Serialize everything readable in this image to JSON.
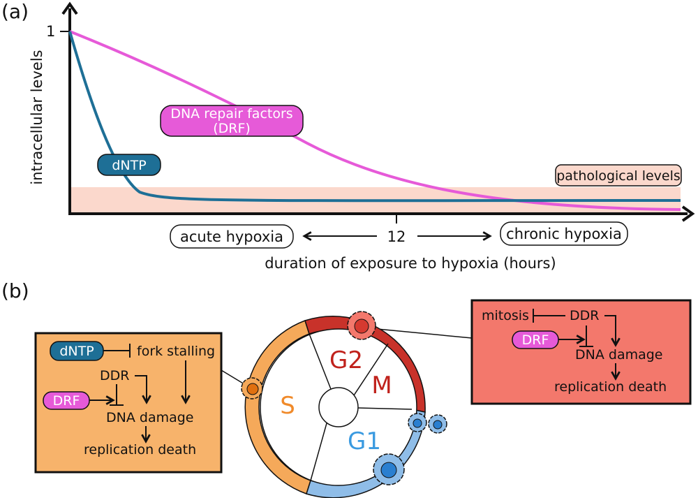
{
  "panel_a": {
    "label": "(a)",
    "y_axis_label": "intracellular levels",
    "y_tick": "1",
    "x_axis_label": "duration of exposure to hypoxia (hours)",
    "x_tick": "12",
    "acute": "acute hypoxia",
    "chronic": "chronic hypoxia",
    "drf_label_line1": "DNA repair factors",
    "drf_label_line2": "(DRF)",
    "dntp_label": "dNTP",
    "pathological": "pathological levels"
  },
  "panel_b": {
    "label": "(b)",
    "phases": {
      "g2": "G2",
      "m": "M",
      "s": "S",
      "g1": "G1"
    },
    "s_box": {
      "dntp": "dNTP",
      "fork_stalling": "fork stalling",
      "ddr": "DDR",
      "drf": "DRF",
      "dna_damage": "DNA damage",
      "replication_death": "replication death"
    },
    "g2_box": {
      "mitosis": "mitosis",
      "ddr": "DDR",
      "drf": "DRF",
      "dna_damage": "DNA damage",
      "replication_death": "replication death"
    }
  },
  "colors": {
    "drf_magenta": "#e65ad8",
    "dntp_teal": "#1e6f96",
    "pathological_band": "#fbd8cc",
    "s_phase_orange": "#f5a95a",
    "g2_m_red": "#c8322a",
    "g1_blue": "#8fbde8",
    "s_box_fill": "#f7b36b",
    "g2_box_fill": "#f3786c",
    "g2_text": "#c0221c",
    "s_text": "#f08a2a",
    "g1_text": "#3a9ae0"
  }
}
